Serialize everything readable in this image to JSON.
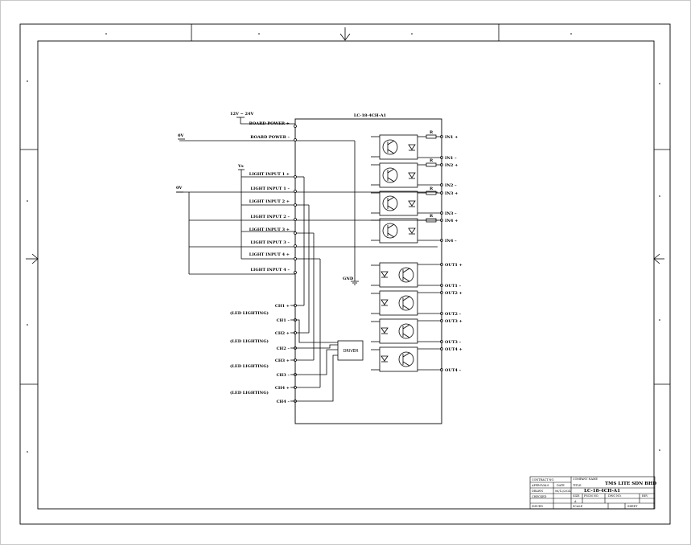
{
  "module": {
    "part_number": "LC-18-4CH-A1"
  },
  "power": {
    "supply_voltage": "12V ~ 24V",
    "ground_left": "0V",
    "ground_inputs": "0V",
    "input_supply": "Vs",
    "gnd": "GND"
  },
  "left_pins": {
    "board_power_pos": "BOARD POWER +",
    "board_power_neg": "BOARD POWER –",
    "light_inputs": [
      "LIGHT INPUT 1 +",
      "LIGHT INPUT 1 –",
      "LIGHT INPUT 2 +",
      "LIGHT INPUT 2 –",
      "LIGHT INPUT 3 +",
      "LIGHT INPUT 3 –",
      "LIGHT INPUT 4 +",
      "LIGHT INPUT 4 –"
    ],
    "channels": [
      "CH1 +",
      "CH1 –",
      "CH2 +",
      "CH2 –",
      "CH3 +",
      "CH3 –",
      "CH4 +",
      "CH4 –"
    ]
  },
  "led_label": "(LED LIGHTING)",
  "driver_label": "DRIVER",
  "resistor_label": "R",
  "inputs": [
    {
      "pos": "IN1 +",
      "neg": "IN1 –"
    },
    {
      "pos": "IN2 +",
      "neg": "IN2 –"
    },
    {
      "pos": "IN3 +",
      "neg": "IN3 –"
    },
    {
      "pos": "IN4 +",
      "neg": "IN4 –"
    }
  ],
  "outputs": [
    {
      "pos": "OUT1 +",
      "neg": "OUT1 –"
    },
    {
      "pos": "OUT2 +",
      "neg": "OUT2 –"
    },
    {
      "pos": "OUT3 +",
      "neg": "OUT3 –"
    },
    {
      "pos": "OUT4 +",
      "neg": "OUT4 –"
    }
  ],
  "title_block": {
    "company": "TMS LITE SDN BHD",
    "drawing_title": "LC-18-4CH-A1",
    "date": "06/12/2024",
    "cells": {
      "contract_no": "CONTRACT NO.",
      "company_name": "COMPANY NAME",
      "approvals": "APPROVALS",
      "date_label": "DATE",
      "drawn": "DRAWN",
      "title": "TITLE",
      "checked": "CHECKED",
      "size": "SIZE",
      "fscm_no": "FSCM NO.",
      "dwg_no": "DWG NO.",
      "rev": "REV",
      "issued": "ISSUED",
      "size_value": "A",
      "scale": "SCALE",
      "sheet": "SHEET"
    }
  }
}
